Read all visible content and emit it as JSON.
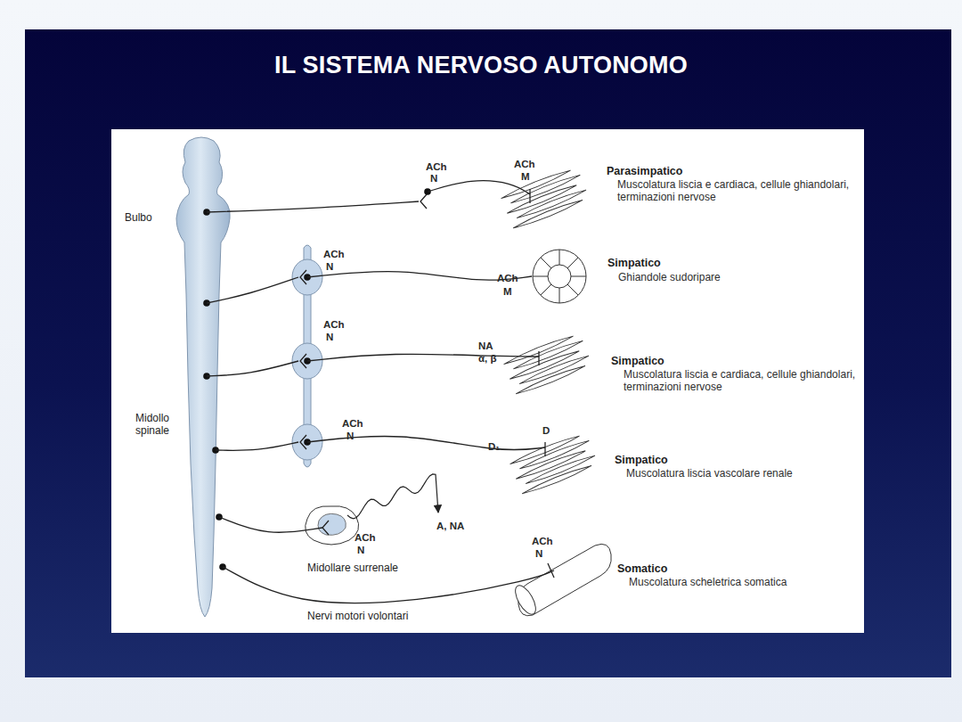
{
  "diagram": {
    "title": "IL SISTEMA NERVOSO AUTONOMO",
    "labels": [
      "ACh",
      "N",
      "ACh",
      "M",
      "Parasimpatico",
      "Muscolatura liscia e cardiaca, cellule ghiandolari, terminazioni nervose",
      "Bulbo",
      "ACh",
      "N",
      "Simpatico",
      "Ghiandole sudoripare",
      "ACh",
      "M",
      "ACh",
      "N",
      "NA",
      "α, β",
      "Simpatico",
      "Muscolatura liscia e cardiaca, cellule ghiandolari, terminazioni nervose",
      "Midollo spinale",
      "ACh",
      "N",
      "D",
      "D₁",
      "Simpatico",
      "Muscolatura liscia vascolare renale",
      "A, NA",
      "ACh",
      "N",
      "Midollare surrenale",
      "ACh",
      "N",
      "Somatico",
      "Muscolatura scheletrica somatica",
      "Nervi motori volontari"
    ]
  }
}
